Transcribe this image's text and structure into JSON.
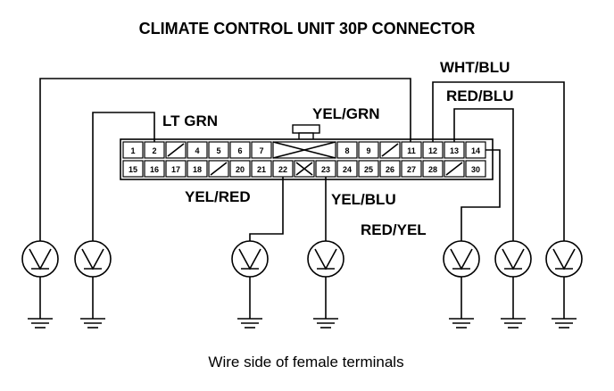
{
  "title": "CLIMATE CONTROL UNIT 30P CONNECTOR",
  "caption": "Wire side of female terminals",
  "wire_labels": {
    "lt_grn": "LT GRN",
    "yel_grn": "YEL/GRN",
    "wht_blu": "WHT/BLU",
    "red_blu": "RED/BLU",
    "yel_red": "YEL/RED",
    "yel_blu": "YEL/BLU",
    "red_yel": "RED/YEL"
  },
  "connector": {
    "top_row": [
      "1",
      "2",
      "",
      "4",
      "5",
      "6",
      "7",
      "",
      "",
      "8",
      "9",
      "",
      "11",
      "12",
      "13",
      "14"
    ],
    "bottom_row": [
      "15",
      "16",
      "17",
      "18",
      "",
      "20",
      "21",
      "22",
      "",
      "23",
      "24",
      "25",
      "26",
      "27",
      "28",
      "",
      "30"
    ]
  }
}
